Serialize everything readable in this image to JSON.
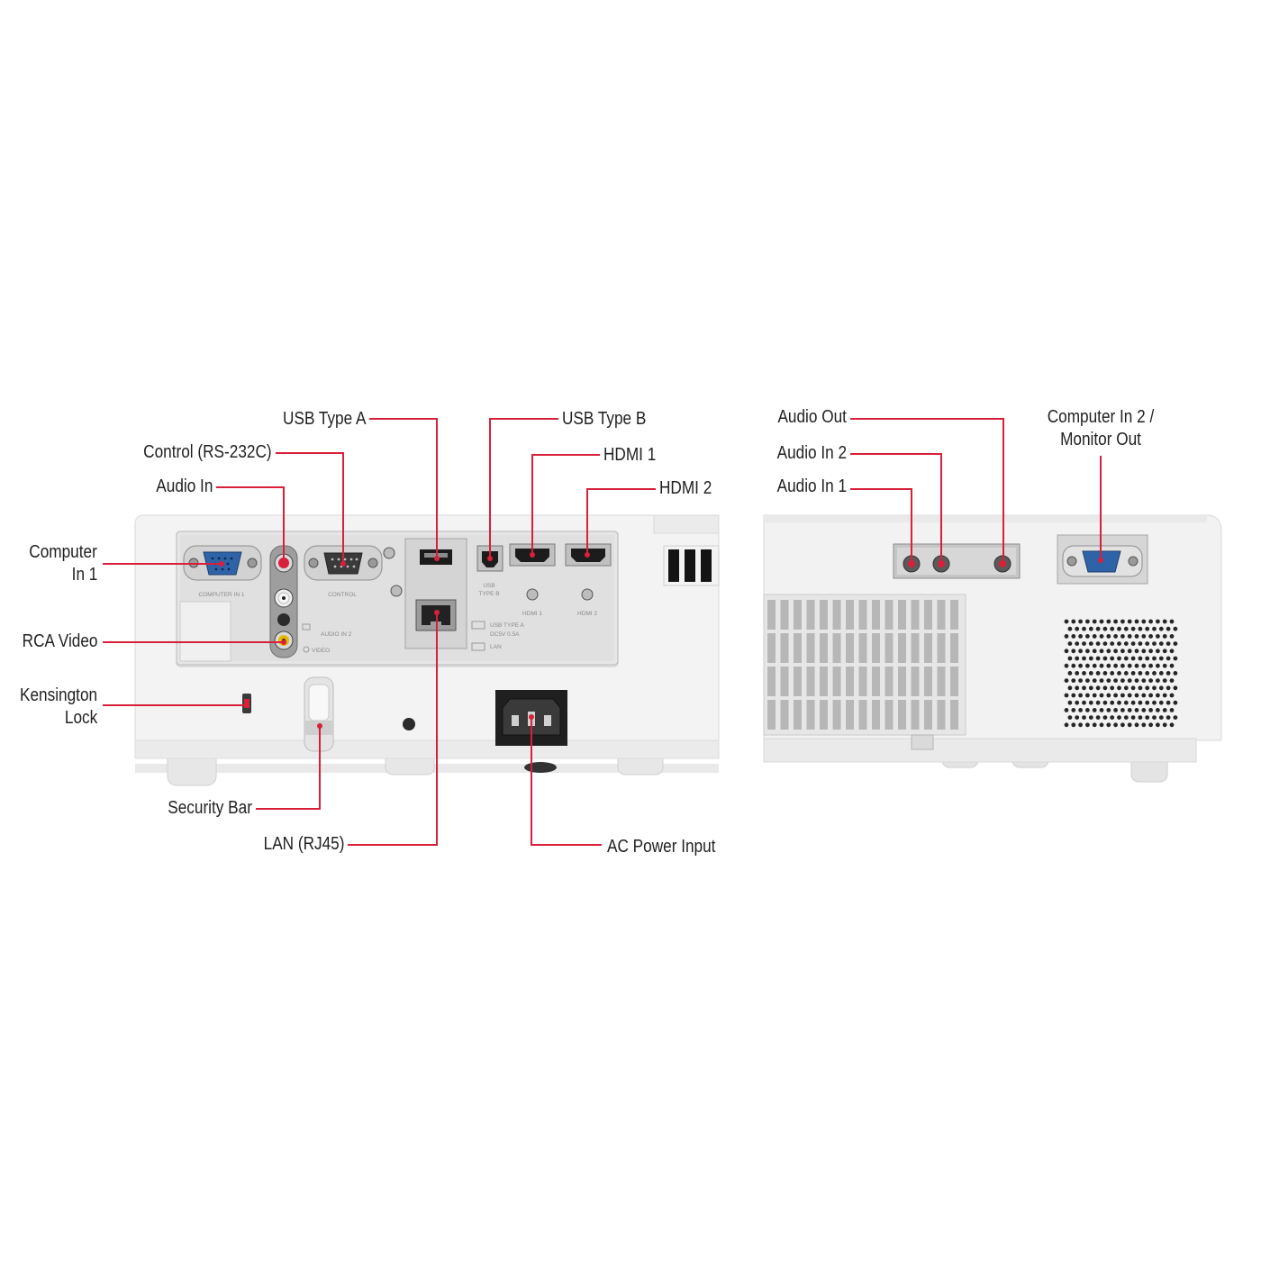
{
  "diagram": {
    "rear_panel_labels": {
      "usb_type_a": "USB Type A",
      "control": "Control (RS-232C)",
      "audio_in": "Audio In",
      "usb_type_b": "USB Type B",
      "hdmi_1": "HDMI 1",
      "hdmi_2": "HDMI 2",
      "computer_in_1_line1": "Computer",
      "computer_in_1_line2": "In 1",
      "rca_video": "RCA Video",
      "kensington_line1": "Kensington",
      "kensington_line2": "Lock",
      "security_bar": "Security Bar",
      "lan": "LAN (RJ45)",
      "ac_power": "AC Power Input"
    },
    "side_panel_labels": {
      "audio_out": "Audio Out",
      "audio_in_2": "Audio In 2",
      "audio_in_1": "Audio In 1",
      "computer_in_2_line1": "Computer In 2 /",
      "computer_in_2_line2": "Monitor Out"
    },
    "panel_print": {
      "computer_in_1": "COMPUTER IN 1",
      "control": "CONTROL",
      "audio_in_2": "AUDIO IN 2",
      "video": "VIDEO",
      "usb_type_b_1": "USB",
      "usb_type_b_2": "TYPE B",
      "hdmi_1": "HDMI 1",
      "hdmi_2": "HDMI 2",
      "usb_type_a_1": "USB TYPE A",
      "usb_type_a_2": "DC5V 0.5A",
      "lan": "LAN"
    },
    "colors": {
      "leader_line": "#d8203a",
      "housing": "#f2f2f2",
      "panel": "#dcdcdc",
      "vga_blue": "#2f63a8"
    }
  }
}
